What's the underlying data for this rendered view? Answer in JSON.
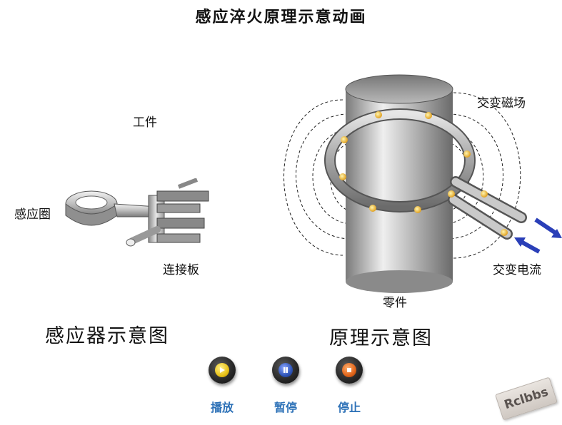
{
  "title": "感应淬火原理示意动画",
  "left": {
    "workpiece_label": "工件",
    "inductor_label": "感应圈",
    "connector_label": "连接板",
    "caption": "感应器示意图"
  },
  "right": {
    "field_label": "交变磁场",
    "current_label": "交变电流",
    "part_label": "零件",
    "caption": "原理示意图"
  },
  "controls": [
    {
      "label": "播放",
      "icon": "play-icon",
      "color": "#e8c21a"
    },
    {
      "label": "暂停",
      "icon": "pause-icon",
      "color": "#2f55b8"
    },
    {
      "label": "停止",
      "icon": "stop-icon",
      "color": "#e0641a"
    }
  ],
  "watermark": "Rclbbs"
}
